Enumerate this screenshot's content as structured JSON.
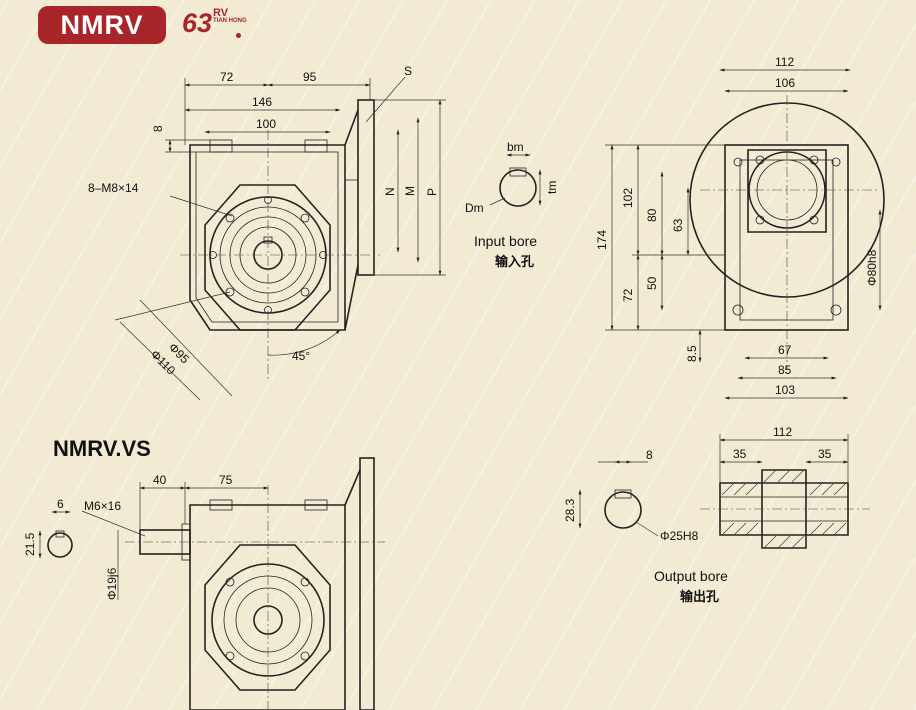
{
  "header": {
    "series": "NMRV",
    "size": "63",
    "brand_top": "RV",
    "brand_bottom": "TIAN HONG"
  },
  "vs_title": "NMRV.VS",
  "dims": {
    "top_72": "72",
    "top_95": "95",
    "top_146": "146",
    "top_100": "100",
    "top_8": "8",
    "S": "S",
    "N": "N",
    "M": "M",
    "P": "P",
    "bolt": "8–M8×14",
    "phi95": "Φ95",
    "phi110": "Φ110",
    "angle45": "45°",
    "bm": "bm",
    "tm": "tm",
    "Dm": "Dm",
    "side_112": "112",
    "side_106": "106",
    "side_174": "174",
    "side_102": "102",
    "side_80": "80",
    "side_63": "63",
    "side_72": "72",
    "side_50": "50",
    "side_8_5": "8.5",
    "side_67": "67",
    "side_85": "85",
    "side_103": "103",
    "phi80h8": "Φ80h8",
    "vs_40": "40",
    "vs_75": "75",
    "vs_6": "6",
    "vs_m6": "M6×16",
    "vs_21_5": "21.5",
    "vs_phi19j6": "Φ19j6",
    "out_8": "8",
    "out_28_3": "28.3",
    "out_phi25H8": "Φ25H8",
    "hs_112": "112",
    "hs_35a": "35",
    "hs_35b": "35"
  },
  "captions": {
    "input_en": "Input bore",
    "input_zh": "输入孔",
    "output_en": "Output bore",
    "output_zh": "输出孔"
  }
}
